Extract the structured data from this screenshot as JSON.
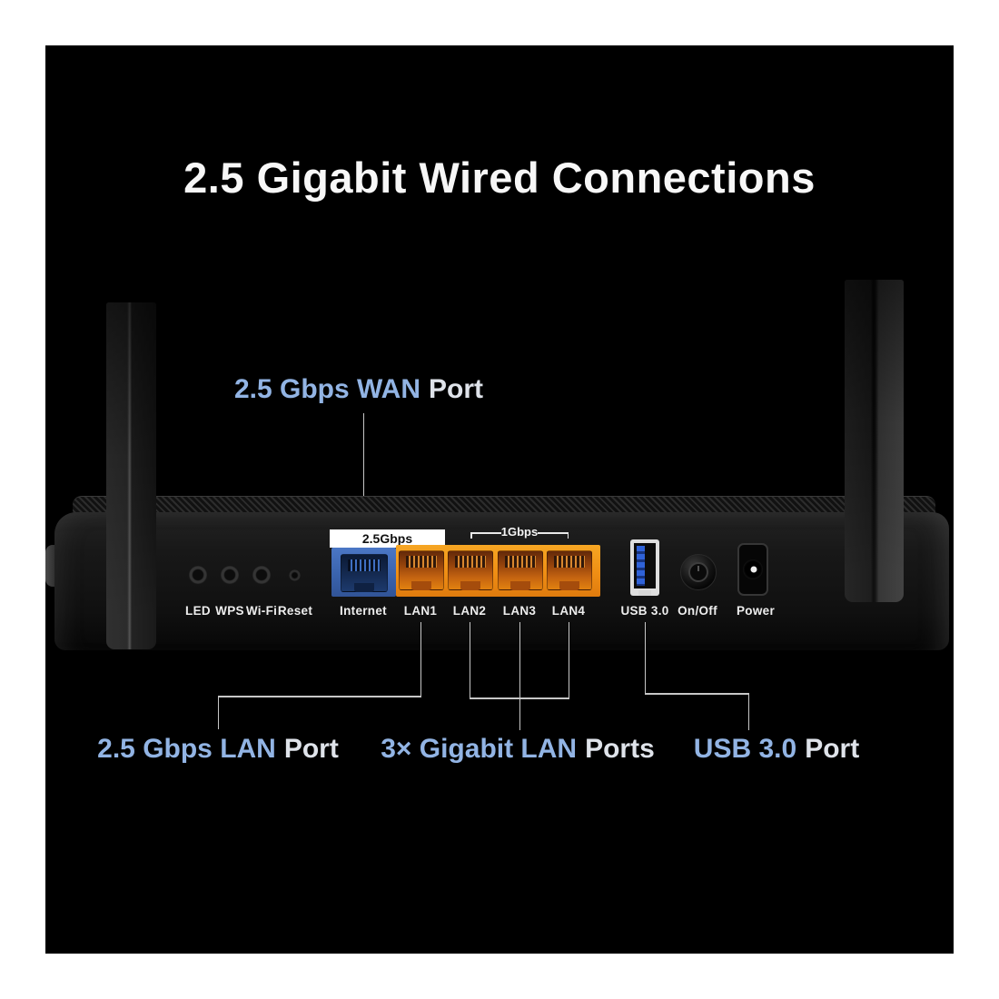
{
  "title": "2.5 Gigabit Wired Connections",
  "callouts": {
    "wan": {
      "highlight": "2.5 Gbps WAN",
      "rest": "Port"
    },
    "lan25": {
      "highlight": "2.5 Gbps LAN",
      "rest": "Port"
    },
    "gigabit": {
      "highlight": "3× Gigabit LAN",
      "rest": "Ports"
    },
    "usb": {
      "highlight": "USB 3.0",
      "rest": "Port"
    }
  },
  "router": {
    "buttons": [
      {
        "label": "LED"
      },
      {
        "label": "WPS"
      },
      {
        "label": "Wi-Fi"
      },
      {
        "label": "Reset"
      }
    ],
    "ports": {
      "wan_speed_tag": "2.5Gbps",
      "lan_speed_tag": "1Gbps",
      "labels": [
        "Internet",
        "LAN1",
        "LAN2",
        "LAN3",
        "LAN4",
        "USB 3.0",
        "On/Off",
        "Power"
      ]
    }
  },
  "colors": {
    "accent_blue_text": "#92b4e4",
    "light_text": "#dfe3ea",
    "wan_port_blue": "#3a63ad",
    "lan_port_orange": "#ef8e14",
    "usb_inner_blue": "#2f62d8",
    "background": "#000000"
  }
}
